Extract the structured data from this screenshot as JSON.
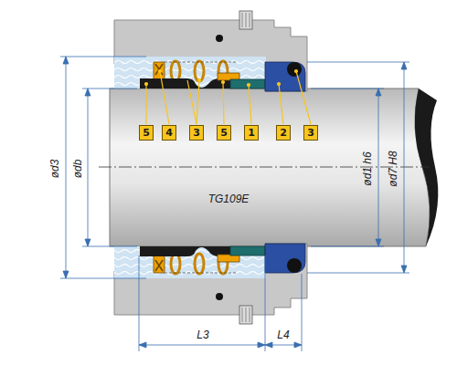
{
  "diagram": {
    "nodes": [
      {
        "text": [
          "5"
        ]
      },
      {
        "text": [
          "4"
        ]
      },
      {
        "text": [
          "3"
        ]
      },
      {
        "text": [
          "5"
        ]
      },
      {
        "text": [
          "1"
        ]
      },
      {
        "text": [
          "2"
        ]
      },
      {
        "text": [
          "3"
        ]
      }
    ],
    "labels": [
      "ød3",
      "ødb",
      "ød1 h6",
      "ød7 H8",
      "TG109E",
      "L3",
      "L4"
    ]
  }
}
